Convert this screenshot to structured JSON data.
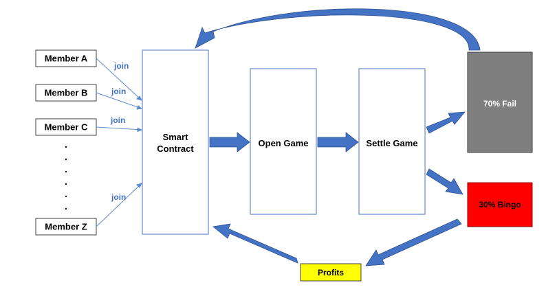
{
  "members": [
    {
      "label": "Member A"
    },
    {
      "label": "Member B"
    },
    {
      "label": "Member C"
    },
    {
      "label": "Member Z"
    }
  ],
  "join_labels": [
    "join",
    "join",
    "join",
    "join"
  ],
  "ellipsis_dots": [
    ".",
    ".",
    ".",
    ".",
    ".",
    "."
  ],
  "nodes": {
    "smart_contract_line1": "Smart",
    "smart_contract_line2": "Contract",
    "open_game": "Open Game",
    "settle_game": "Settle Game",
    "fail": "70% Fail",
    "bingo": "30% Bingo",
    "profits": "Profits"
  },
  "colors": {
    "arrow_blue": "#4472c4",
    "box_border": "#4472c4",
    "fail_fill": "#7f7f7f",
    "bingo_fill": "#ff0000",
    "profits_fill": "#ffff00"
  }
}
